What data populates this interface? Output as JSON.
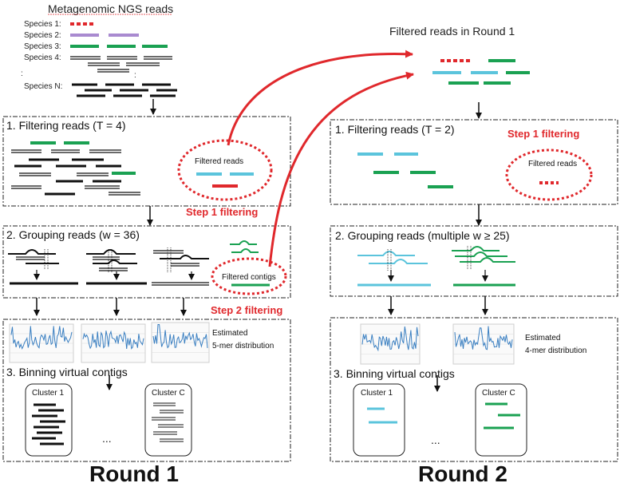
{
  "title": "Metagenomic NGS reads",
  "species": [
    "Species 1:",
    "Species 2:",
    "Species 3:",
    "Species 4:",
    "Species N:"
  ],
  "ellipsis": ":",
  "filtered_reads_round1": "Filtered reads in Round 1",
  "round1": {
    "step1": "1. Filtering reads (T = 4)",
    "filtered_reads": "Filtered reads",
    "step1_filtering": "Step 1 filtering",
    "step2": "2. Grouping reads (w = 36)",
    "filtered_contigs": "Filtered contigs",
    "step2_filtering": "Step 2 filtering",
    "estimated": "Estimated",
    "distribution": "5-mer distribution",
    "step3": "3. Binning virtual contigs",
    "cluster_first": "Cluster 1",
    "cluster_last": "Cluster C",
    "dots": "...",
    "label": "Round 1"
  },
  "round2": {
    "step1": "1. Filtering reads (T = 2)",
    "step1_filtering": "Step 1 filtering",
    "filtered_reads": "Filtered reads",
    "step2": "2. Grouping reads (multiple w ≥ 25)",
    "estimated": "Estimated",
    "distribution": "4-mer distribution",
    "step3": "3. Binning virtual contigs",
    "cluster_first": "Cluster 1",
    "cluster_last": "Cluster C",
    "dots": "...",
    "label": "Round 2"
  },
  "colors": {
    "red": "#e0282c",
    "purple": "#a98ad0",
    "green": "#1aa152",
    "cyan": "#5bc4dc",
    "black": "#111111",
    "blue_plot": "#3a7fc1"
  }
}
